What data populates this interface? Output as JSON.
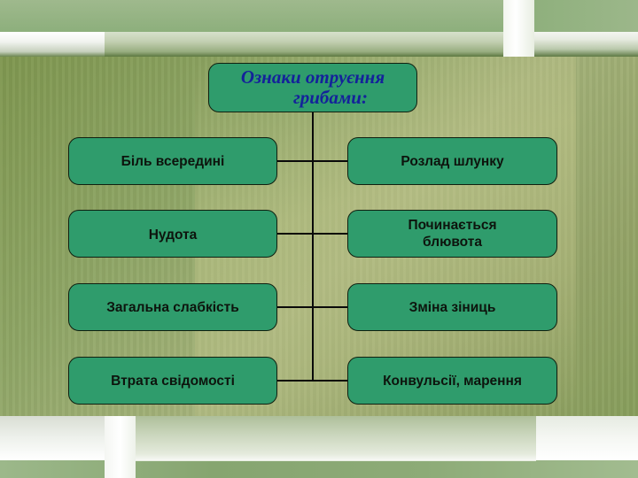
{
  "diagram": {
    "title_line1": "Ознаки отруєння",
    "title_line2": "грибами:",
    "left": [
      {
        "label": "Біль всередині"
      },
      {
        "label": "Нудота"
      },
      {
        "label": "Загальна слабкість"
      },
      {
        "label": "Втрата свідомості"
      }
    ],
    "right": [
      {
        "label": "Розлад шлунку"
      },
      {
        "label_line1": "Починається",
        "label_line2": "блювота"
      },
      {
        "label": "Зміна зіниць"
      },
      {
        "label": "Конвульсії, марення"
      }
    ]
  },
  "colors": {
    "node_fill": "#2f9c6c",
    "title_text": "#14229a",
    "node_text": "#0d140d",
    "panel": "#8ea565"
  }
}
